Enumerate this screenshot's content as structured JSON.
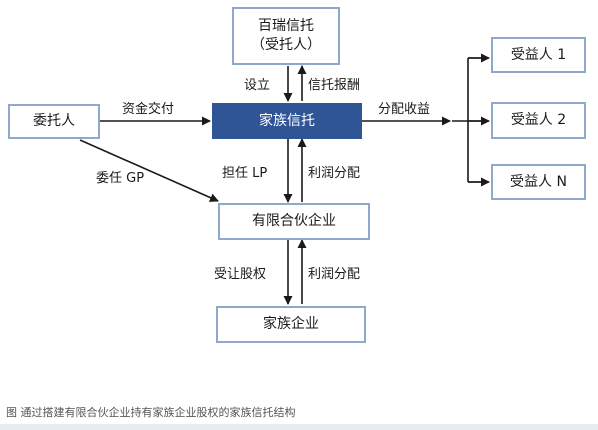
{
  "diagram": {
    "nodes": {
      "trustee": {
        "line1": "百瑞信托",
        "line2": "（受托人）"
      },
      "settlor": "委托人",
      "family_trust": "家族信托",
      "lp_firm": "有限合伙企业",
      "family_business": "家族企业",
      "beneficiary_1": "受益人 1",
      "beneficiary_2": "受益人 2",
      "beneficiary_n": "受益人 N"
    },
    "edge_labels": {
      "establish": "设立",
      "trust_fee": "信托报酬",
      "fund_delivery": "资金交付",
      "distribute_income": "分配收益",
      "entrust_gp": "委任 GP",
      "act_as_lp": "担任 LP",
      "profit_distribution_upper": "利润分配",
      "transfer_equity": "受让股权",
      "profit_distribution_lower": "利润分配"
    },
    "colors": {
      "accent": "#2f5597",
      "box_border": "#8ea9cc",
      "line": "#1a1a1a"
    }
  },
  "caption": "图   通过搭建有限合伙企业持有家族企业股权的家族信托结构"
}
